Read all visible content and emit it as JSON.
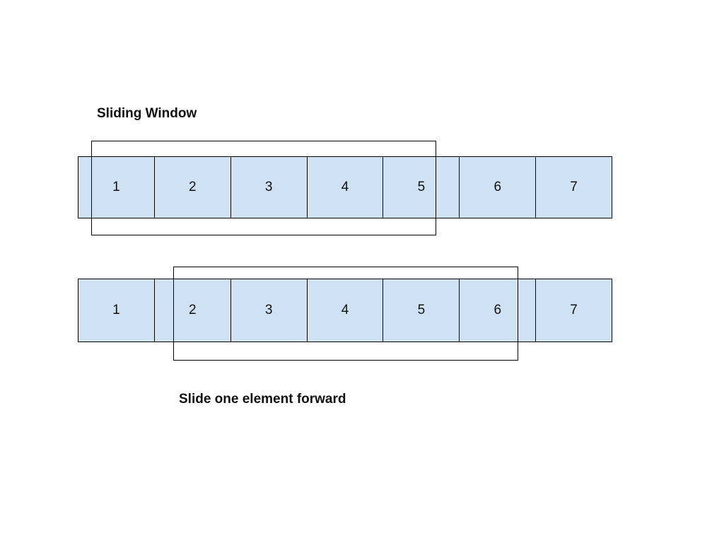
{
  "title": {
    "text": "Sliding Window"
  },
  "caption": {
    "text": "Slide one element forward"
  },
  "colors": {
    "page_bg": "#ffffff",
    "cell_fill": "#cfe2f3",
    "cell_border": "#000000",
    "window_border": "#000000",
    "text": "#111111"
  },
  "diagram": {
    "rows": [
      {
        "name": "initial-position",
        "cells": [
          "1",
          "2",
          "3",
          "4",
          "5",
          "6",
          "7"
        ],
        "window_covers_cells": [
          "1",
          "2",
          "3",
          "4",
          "5"
        ]
      },
      {
        "name": "after-slide",
        "cells": [
          "1",
          "2",
          "3",
          "4",
          "5",
          "6",
          "7"
        ],
        "window_covers_cells": [
          "2",
          "3",
          "4",
          "5",
          "6"
        ]
      }
    ]
  }
}
